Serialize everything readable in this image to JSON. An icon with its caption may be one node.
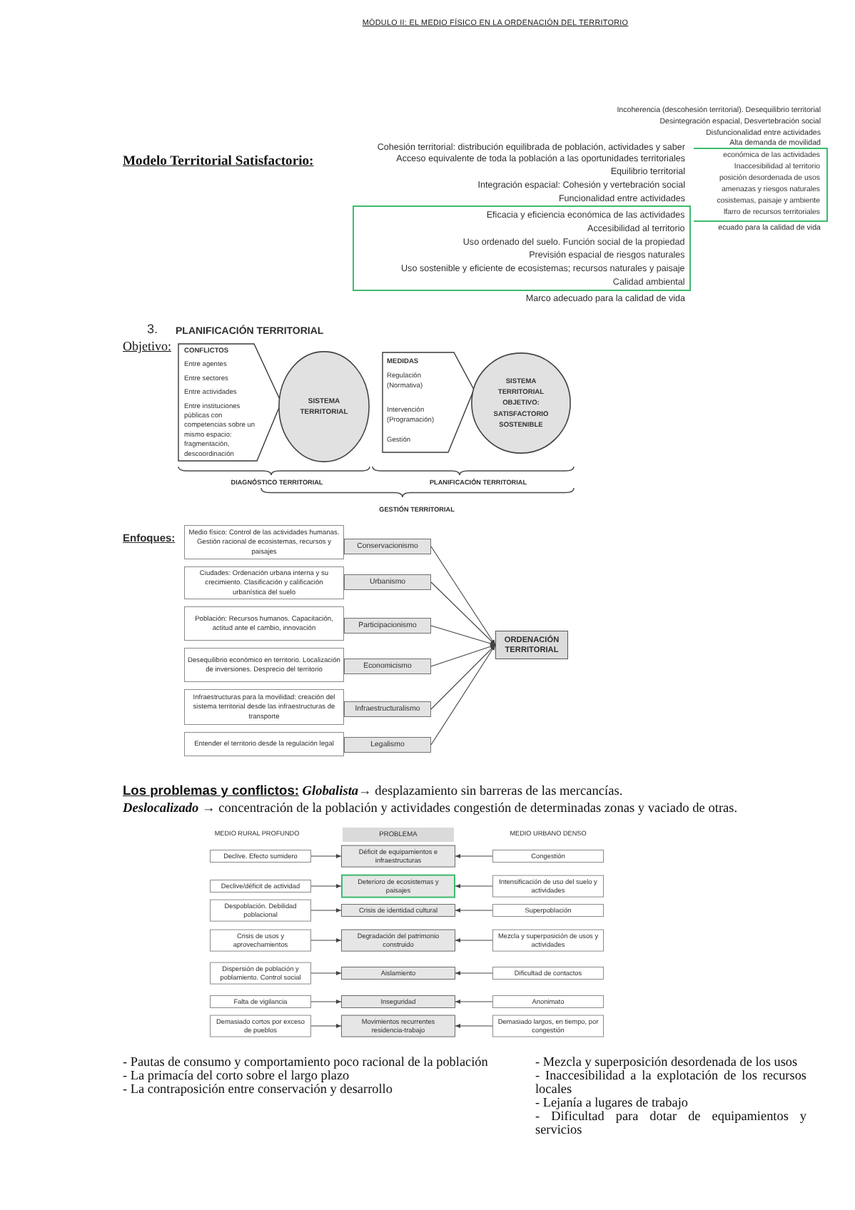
{
  "diagram": {
    "title": "MÓDULO II: EL MEDIO FÍSICO EN LA ORDENACIÓN DEL TERRITORIO",
    "nodes": [
      {
        "text": [
          "Eficacia y eficiencia económica de las actividades",
          "Accesibilidad al territorio",
          "Uso ordenado del suelo. Función social de la propiedad",
          "Previsión espacial de riesgos naturales",
          "Uso sostenible y eficiente de ecosistemas; recursos naturales y paisaje",
          "Calidad ambiental"
        ]
      },
      {
        "text": [
          "económica de las actividades",
          "Inaccesibilidad al territorio",
          "posición desordenada de usos",
          "amenazas y riesgos naturales",
          "cosistemas, paisaje y ambiente",
          "lfarro de recursos territoriales"
        ]
      },
      {
        "text": [
          "CONFLICTOS",
          "Entre agentes",
          "Entre sectores",
          "Entre actividades",
          "Entre instituciones públicas con competencias sobre un mismo espacio: fragmentación, descoordinación"
        ]
      },
      {
        "text": [
          "SISTEMA TERRITORIAL"
        ]
      },
      {
        "text": [
          "MEDIDAS",
          "Regulación (Normativa)",
          "Intervención (Programación)",
          "Gestión"
        ]
      },
      {
        "text": [
          "SISTEMA TERRITORIAL OBJETIVO: SATISFACTORIO SOSTENIBLE"
        ]
      },
      {
        "text": [
          "Medio físico: Control de las actividades humanas. Gestión racional de ecosistemas, recursos y paisajes"
        ]
      },
      {
        "text": [
          "Conservacionismo"
        ]
      },
      {
        "text": [
          "Ciudades: Ordenación urbana interna y su crecimiento. Clasificación y calificación urbanística del suelo"
        ]
      },
      {
        "text": [
          "Urbanismo"
        ]
      },
      {
        "text": [
          "Población: Recursos humanos. Capacitación, actitud ante el cambio, innovación"
        ]
      },
      {
        "text": [
          "Participacionismo"
        ]
      },
      {
        "text": [
          "Desequilibrio económico en territorio. Localización de inversiones. Desprecio del territorio"
        ]
      },
      {
        "text": [
          "Economicismo"
        ]
      },
      {
        "text": [
          "Infraestructuras para la movilidad: creación del sistema territorial desde las infraestructuras de transporte"
        ]
      },
      {
        "text": [
          "Infraestructuralismo"
        ]
      },
      {
        "text": [
          "Entender el territorio desde la regulación legal"
        ]
      },
      {
        "text": [
          "Legalismo"
        ]
      },
      {
        "text": [
          "ORDENACIÓN TERRITORIAL"
        ]
      },
      {
        "text": [
          "PROBLEMA"
        ]
      },
      {
        "text": [
          "Declive. Efecto sumidero"
        ]
      },
      {
        "text": [
          "Déficit de equipamientos e infraestructuras"
        ]
      },
      {
        "text": [
          "Congestión"
        ]
      },
      {
        "text": [
          "Declive/déficit de actividad"
        ]
      },
      {
        "text": [
          "Deterioro de ecosistemas y paisajes"
        ]
      },
      {
        "text": [
          "Intensificación de uso del suelo y actividades"
        ]
      },
      {
        "text": [
          "Despoblación. Debilidad poblacional"
        ]
      },
      {
        "text": [
          "Crisis de identidad cultural"
        ]
      },
      {
        "text": [
          "Superpoblación"
        ]
      },
      {
        "text": [
          "Crisis de usos y aprovechamientos"
        ]
      },
      {
        "text": [
          "Degradación del patrimonio construido"
        ]
      },
      {
        "text": [
          "Mezcla y superposición de usos y actividades"
        ]
      },
      {
        "text": [
          "Dispersión de población y poblamiento. Control social"
        ]
      },
      {
        "text": [
          "Aislamiento"
        ]
      },
      {
        "text": [
          "Dificultad de contactos"
        ]
      },
      {
        "text": [
          "Falta de vigilancia"
        ]
      },
      {
        "text": [
          "Inseguridad"
        ]
      },
      {
        "text": [
          "Anonimato"
        ]
      },
      {
        "text": [
          "Demasiado cortos por exceso de pueblos"
        ]
      },
      {
        "text": [
          "Movimientos recurrentes residencia-trabajo"
        ]
      },
      {
        "text": [
          "Demasiado largos, en tiempo, por congestión"
        ]
      }
    ],
    "edges": [
      {
        "from": 7,
        "to": 18,
        "arrow": "to"
      },
      {
        "from": 9,
        "to": 18,
        "arrow": "to"
      },
      {
        "from": 11,
        "to": 18,
        "arrow": "to"
      },
      {
        "from": 13,
        "to": 18,
        "arrow": "to"
      },
      {
        "from": 15,
        "to": 18,
        "arrow": "to"
      },
      {
        "from": 17,
        "to": 18,
        "arrow": "to"
      },
      {
        "from": 20,
        "to": 21,
        "arrow": "to"
      },
      {
        "from": 22,
        "to": 21,
        "arrow": "to"
      },
      {
        "from": 23,
        "to": 24,
        "arrow": "to"
      },
      {
        "from": 25,
        "to": 24,
        "arrow": "to"
      },
      {
        "from": 26,
        "to": 27,
        "arrow": "to"
      },
      {
        "from": 28,
        "to": 27,
        "arrow": "to"
      },
      {
        "from": 29,
        "to": 30,
        "arrow": "to"
      },
      {
        "from": 31,
        "to": 30,
        "arrow": "to"
      },
      {
        "from": 32,
        "to": 33,
        "arrow": "to"
      },
      {
        "from": 34,
        "to": 33,
        "arrow": "to"
      },
      {
        "from": 35,
        "to": 36,
        "arrow": "to"
      },
      {
        "from": 37,
        "to": 36,
        "arrow": "to"
      },
      {
        "from": 38,
        "to": 39,
        "arrow": "to"
      },
      {
        "from": 40,
        "to": 39,
        "arrow": "to"
      }
    ],
    "labels": [
      "Modelo Territorial Satisfactorio:",
      "Incoherencia (descohesión territorial). Desequilibrio territorial",
      "Desintegración espacial, Desvertebración social",
      "Disfuncionalidad entre actividades",
      "Alta demanda de movilidad",
      "Cohesión territorial: distribución equilibrada de población, actividades y saber",
      "Acceso equivalente de toda la población a las oportunidades territoriales",
      "Equilibrio territorial",
      "Integración espacial: Cohesión y vertebración social",
      "Funcionalidad entre actividades",
      "Marco adecuado para la calidad de vida",
      "ecuado para la calidad de vida",
      "3.",
      "PLANIFICACIÓN TERRITORIAL",
      "Objetivo:",
      "DIAGNÓSTICO TERRITORIAL",
      "PLANIFICACIÓN TERRITORIAL",
      "GESTIÓN TERRITORIAL",
      "Enfoques:",
      "**Los problemas y conflictos:** *Globalista*→ desplazamiento sin barreras de las mercancías.",
      "*Deslocalizado* → concentración de la población y actividades congestión de determinadas zonas y vaciado de otras.",
      "MEDIO RURAL PROFUNDO",
      "MEDIO URBANO DENSO",
      "- Pautas de consumo y comportamiento poco racional de la población",
      "- La primacía del corto sobre el largo plazo",
      "- La contraposición entre conservación y desarrollo",
      "- Mezcla y superposición desordenada de los usos",
      "- Inaccesibilidad a la explotación de los recursos locales",
      "- Lejanía a lugares de trabajo",
      "- Dificultad para dotar de equipamientos y servicios"
    ]
  }
}
